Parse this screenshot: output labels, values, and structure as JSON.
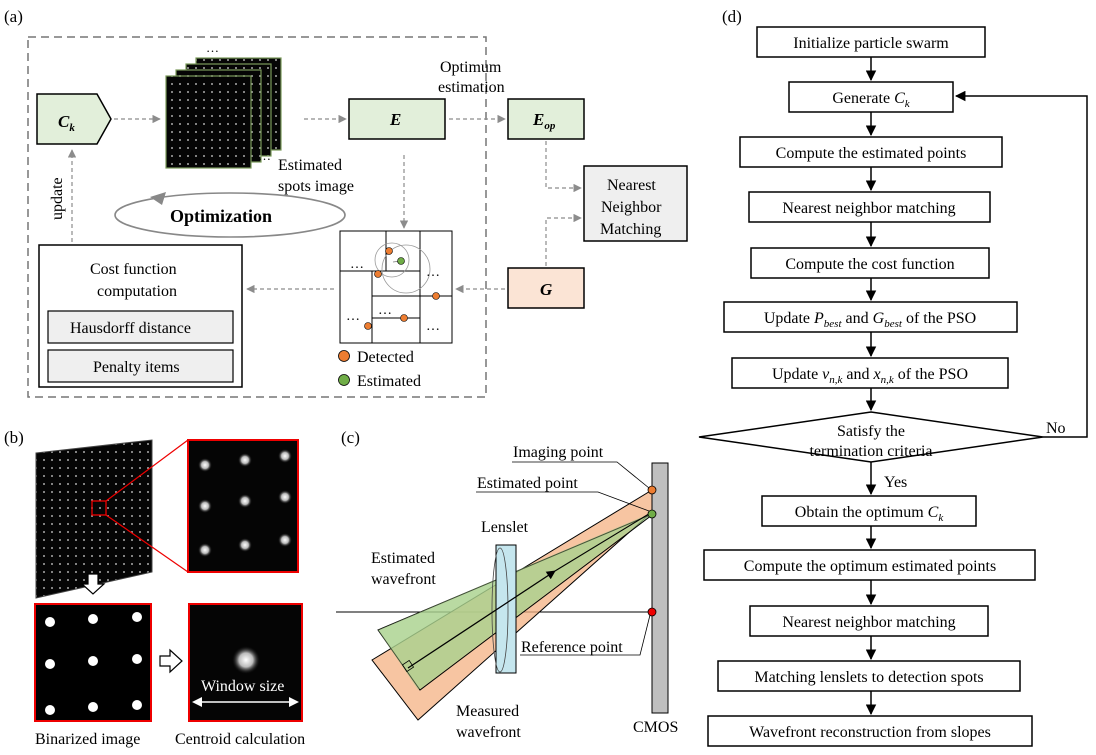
{
  "panel_a": {
    "label": "(a)",
    "ck": "C",
    "ck_sub": "k",
    "e": "E",
    "eop": "E",
    "eop_sub": "op",
    "g": "G",
    "optimum1": "Optimum",
    "optimum2": "estimation",
    "est_spots1": "Estimated",
    "est_spots2": "spots image",
    "nnm1": "Nearest",
    "nnm2": "Neighbor",
    "nnm3": "Matching",
    "update": "update",
    "optimization": "Optimization",
    "cost1": "Cost function",
    "cost2": "computation",
    "hausdorff": "Hausdorff distance",
    "penalty": "Penalty items",
    "legend_detected": "Detected",
    "legend_estimated": "Estimated",
    "dots": "…"
  },
  "panel_b": {
    "label": "(b)",
    "binarized": "Binarized image",
    "centroid": "Centroid calculation",
    "window": "Window size"
  },
  "panel_c": {
    "label": "(c)",
    "imaging": "Imaging point",
    "estimated_point": "Estimated point",
    "lenslet": "Lenslet",
    "est_wf1": "Estimated",
    "est_wf2": "wavefront",
    "reference": "Reference point",
    "meas_wf1": "Measured",
    "meas_wf2": "wavefront",
    "cmos": "CMOS"
  },
  "panel_d": {
    "label": "(d)",
    "s1": "Initialize particle swarm",
    "s2": "Generate ",
    "s2_var": "C",
    "s2_sub": "k",
    "s3": "Compute the estimated points",
    "s4": "Nearest neighbor matching",
    "s5": "Compute the cost function",
    "s6a": "Update ",
    "s6_p": "P",
    "s6_psub": "best",
    "s6b": " and ",
    "s6_g": "G",
    "s6_gsub": "best",
    "s6c": " of the PSO",
    "s7a": "Update ",
    "s7_v": "v",
    "s7_vsub": "n,k",
    "s7b": " and ",
    "s7_x": "x",
    "s7_xsub": "n,k",
    "s7c": " of the PSO",
    "dec1": "Satisfy the",
    "dec2": "termination criteria",
    "no": "No",
    "yes": "Yes",
    "s8": "Obtain the optimum ",
    "s8_var": "C",
    "s8_sub": "k",
    "s9": "Compute the optimum estimated points",
    "s10": "Nearest neighbor matching",
    "s11": "Matching lenslets to detection spots",
    "s12": "Wavefront reconstruction from slopes"
  }
}
